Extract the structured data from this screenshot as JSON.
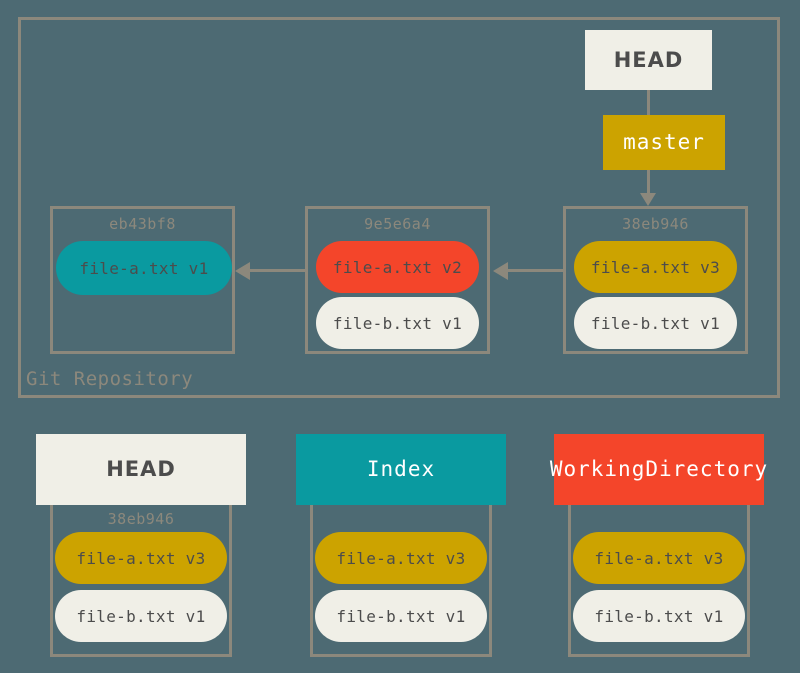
{
  "colors": {
    "background": "#4d6a73",
    "border": "#8c887c",
    "cream": "#f0efe7",
    "gold": "#cca300",
    "teal": "#0a9aa0",
    "red": "#f4452a",
    "text_dark": "#4c4c4c",
    "text_light": "#ffffff"
  },
  "repository": {
    "label": "Git Repository",
    "head_ref": "HEAD",
    "branch_ref": "master",
    "commits": [
      {
        "sha": "eb43bf8",
        "files": [
          {
            "name": "file-a.txt v1",
            "color": "teal"
          }
        ]
      },
      {
        "sha": "9e5e6a4",
        "files": [
          {
            "name": "file-a.txt v2",
            "color": "red"
          },
          {
            "name": "file-b.txt v1",
            "color": "cream"
          }
        ]
      },
      {
        "sha": "38eb946",
        "files": [
          {
            "name": "file-a.txt v3",
            "color": "gold"
          },
          {
            "name": "file-b.txt v1",
            "color": "cream"
          }
        ]
      }
    ]
  },
  "areas": [
    {
      "title": "HEAD",
      "sha": "38eb946",
      "files": [
        {
          "name": "file-a.txt v3",
          "color": "gold"
        },
        {
          "name": "file-b.txt v1",
          "color": "cream"
        }
      ]
    },
    {
      "title": "Index",
      "sha": "",
      "files": [
        {
          "name": "file-a.txt v3",
          "color": "gold"
        },
        {
          "name": "file-b.txt v1",
          "color": "cream"
        }
      ]
    },
    {
      "title": "Working\nDirectory",
      "title_line1": "Working",
      "title_line2": "Directory",
      "sha": "",
      "files": [
        {
          "name": "file-a.txt v3",
          "color": "gold"
        },
        {
          "name": "file-b.txt v1",
          "color": "cream"
        }
      ]
    }
  ]
}
